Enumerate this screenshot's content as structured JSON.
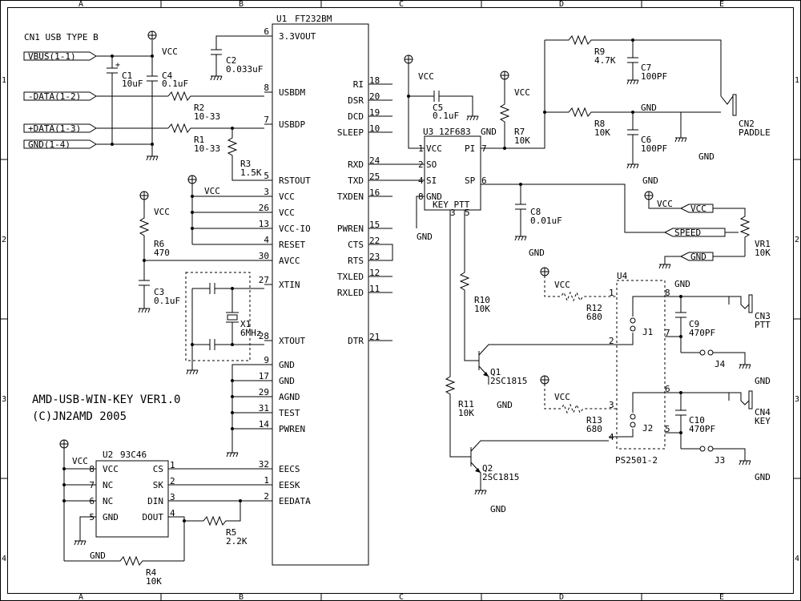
{
  "frame": {
    "columns": [
      "A",
      "B",
      "C",
      "D",
      "E"
    ],
    "rows": [
      "1",
      "2",
      "3",
      "4"
    ]
  },
  "title": {
    "line1": "AMD-USB-WIN-KEY VER1.0",
    "line2": "(C)JN2AMD 2005"
  },
  "connector_cn1": {
    "label": "CN1 USB TYPE B",
    "signals": [
      "VBUS(1-1)",
      "-DATA(1-2)",
      "+DATA(1-3)",
      "GND(1-4)"
    ]
  },
  "u1": {
    "ref": "U1",
    "part": "FT232BM",
    "left_pins": [
      {
        "num": "6",
        "name": "3.3VOUT"
      },
      {
        "num": "8",
        "name": "USBDM"
      },
      {
        "num": "7",
        "name": "USBDP"
      },
      {
        "num": "5",
        "name": "RSTOUT"
      },
      {
        "num": "3",
        "name": "VCC"
      },
      {
        "num": "26",
        "name": "VCC"
      },
      {
        "num": "13",
        "name": "VCC-IO"
      },
      {
        "num": "4",
        "name": "RESET"
      },
      {
        "num": "30",
        "name": "AVCC"
      },
      {
        "num": "27",
        "name": "XTIN"
      },
      {
        "num": "28",
        "name": "XTOUT"
      },
      {
        "num": "9",
        "name": "GND"
      },
      {
        "num": "17",
        "name": "GND"
      },
      {
        "num": "29",
        "name": "AGND"
      },
      {
        "num": "31",
        "name": "TEST"
      },
      {
        "num": "14",
        "name": "PWREN"
      },
      {
        "num": "32",
        "name": "EECS"
      },
      {
        "num": "1",
        "name": "EESK"
      },
      {
        "num": "2",
        "name": "EEDATA"
      }
    ],
    "right_pins": [
      {
        "num": "18",
        "name": "RI"
      },
      {
        "num": "20",
        "name": "DSR"
      },
      {
        "num": "19",
        "name": "DCD"
      },
      {
        "num": "10",
        "name": "SLEEP"
      },
      {
        "num": "24",
        "name": "RXD"
      },
      {
        "num": "25",
        "name": "TXD"
      },
      {
        "num": "16",
        "name": "TXDEN"
      },
      {
        "num": "15",
        "name": "PWREN"
      },
      {
        "num": "22",
        "name": "CTS"
      },
      {
        "num": "23",
        "name": "RTS"
      },
      {
        "num": "12",
        "name": "TXLED"
      },
      {
        "num": "11",
        "name": "RXLED"
      },
      {
        "num": "21",
        "name": "DTR"
      }
    ]
  },
  "u2": {
    "ref": "U2",
    "part": "93C46",
    "left_pins": [
      {
        "num": "8",
        "name": "VCC"
      },
      {
        "num": "7",
        "name": "NC"
      },
      {
        "num": "6",
        "name": "NC"
      },
      {
        "num": "5",
        "name": "GND"
      }
    ],
    "right_pins": [
      {
        "num": "1",
        "name": "CS"
      },
      {
        "num": "2",
        "name": "SK"
      },
      {
        "num": "3",
        "name": "DIN"
      },
      {
        "num": "4",
        "name": "DOUT"
      }
    ]
  },
  "u3": {
    "ref": "U3",
    "part": "12F683",
    "gnd_label": "GND",
    "bottom_label": "KEY PTT",
    "pins": [
      {
        "num": "1",
        "name": "VCC"
      },
      {
        "num": "2",
        "name": "SO"
      },
      {
        "num": "4",
        "name": "SI"
      },
      {
        "num": "8",
        "name": "GND"
      },
      {
        "num": "7",
        "name": "PI"
      },
      {
        "num": "6",
        "name": "SP"
      },
      {
        "num": "3",
        "name": ""
      },
      {
        "num": "5",
        "name": ""
      }
    ]
  },
  "u4": {
    "ref": "U4",
    "part": "PS2501-2",
    "pins": [
      "1",
      "2",
      "3",
      "4",
      "5",
      "6",
      "7",
      "8"
    ],
    "j1": "J1",
    "j2": "J2"
  },
  "components": {
    "C1": {
      "ref": "C1",
      "value": "10uF"
    },
    "C2": {
      "ref": "C2",
      "value": "0.033uF"
    },
    "C3": {
      "ref": "C3",
      "value": "0.1uF"
    },
    "C4": {
      "ref": "C4",
      "value": "0.1uF"
    },
    "C5": {
      "ref": "C5",
      "value": "0.1uF"
    },
    "C6": {
      "ref": "C6",
      "value": "100PF"
    },
    "C7": {
      "ref": "C7",
      "value": "100PF"
    },
    "C8": {
      "ref": "C8",
      "value": "0.01uF"
    },
    "C9": {
      "ref": "C9",
      "value": "470PF"
    },
    "C10": {
      "ref": "C10",
      "value": "470PF"
    },
    "R1": {
      "ref": "R1",
      "value": "10-33"
    },
    "R2": {
      "ref": "R2",
      "value": "10-33"
    },
    "R3": {
      "ref": "R3",
      "value": "1.5K"
    },
    "R4": {
      "ref": "R4",
      "value": "10K"
    },
    "R5": {
      "ref": "R5",
      "value": "2.2K"
    },
    "R6": {
      "ref": "R6",
      "value": "470"
    },
    "R7": {
      "ref": "R7",
      "value": "10K"
    },
    "R8": {
      "ref": "R8",
      "value": "10K"
    },
    "R9": {
      "ref": "R9",
      "value": "4.7K"
    },
    "R10": {
      "ref": "R10",
      "value": "10K"
    },
    "R11": {
      "ref": "R11",
      "value": "10K"
    },
    "R12": {
      "ref": "R12",
      "value": "680"
    },
    "R13": {
      "ref": "R13",
      "value": "680"
    },
    "VR1": {
      "ref": "VR1",
      "value": "10K"
    },
    "X1": {
      "ref": "X1",
      "value": "6MHz"
    },
    "Q1": {
      "ref": "Q1",
      "value": "2SC1815"
    },
    "Q2": {
      "ref": "Q2",
      "value": "2SC1815"
    }
  },
  "connectors": {
    "CN2": {
      "ref": "CN2",
      "name": "PADDLE"
    },
    "CN3": {
      "ref": "CN3",
      "name": "PTT"
    },
    "CN4": {
      "ref": "CN4",
      "name": "KEY"
    },
    "J3": "J3",
    "J4": "J4"
  },
  "net_labels": {
    "vcc": "VCC",
    "gnd": "GND",
    "speed": "SPEED"
  }
}
